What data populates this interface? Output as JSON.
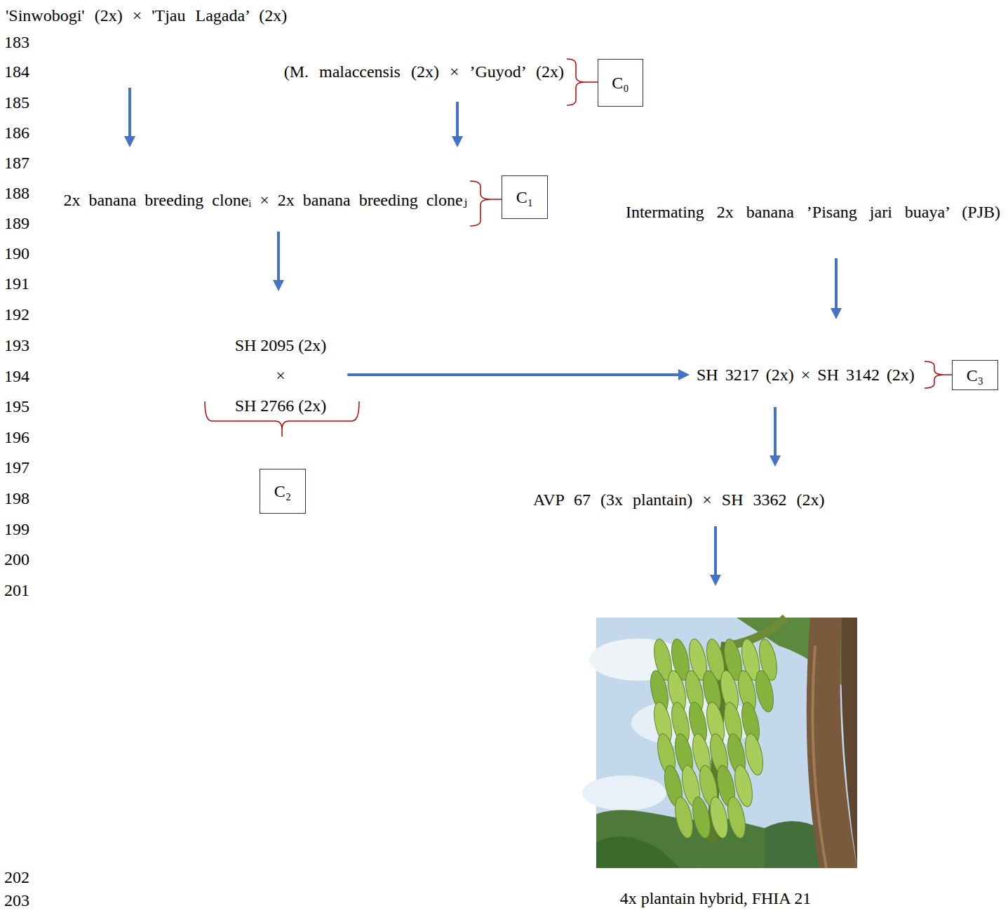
{
  "diagram": {
    "nodes": [
      {
        "text": [
          "'Sinwobogi' (2x) × 'Tjau Lagada’ (2x)"
        ]
      },
      {
        "text": [
          "(M. malaccensis (2x) × ’Guyod’ (2x)"
        ]
      },
      {
        "text": [
          "C₀"
        ]
      },
      {
        "text": [
          "2x banana breeding cloneᵢ × 2x banana breeding cloneⱼ"
        ]
      },
      {
        "text": [
          "C₁"
        ]
      },
      {
        "text": [
          "Intermating 2x banana ’Pisang jari buaya’ (PJB)"
        ]
      },
      {
        "text": [
          "SH 2095 (2x)",
          "×",
          "SH 2766 (2x)"
        ]
      },
      {
        "text": [
          "SH 3217 (2x) × SH 3142 (2x)"
        ]
      },
      {
        "text": [
          "C₃"
        ]
      },
      {
        "text": [
          "C₂"
        ]
      },
      {
        "text": [
          "AVP 67 (3x plantain) × SH 3362 (2x)"
        ]
      },
      {
        "text": [
          "4x plantain hybrid, FHIA 21"
        ]
      }
    ],
    "edges": [
      {
        "from": 0,
        "to": 3,
        "arrow": "to"
      },
      {
        "from": 1,
        "to": 3,
        "arrow": "to"
      },
      {
        "from": 3,
        "to": 6,
        "arrow": "to"
      },
      {
        "from": 6,
        "to": 7,
        "arrow": "to"
      },
      {
        "from": 5,
        "to": 7,
        "arrow": "to"
      },
      {
        "from": 7,
        "to": 10,
        "arrow": "to"
      },
      {
        "from": 10,
        "to": 11,
        "arrow": "to"
      }
    ],
    "labels": [
      "183",
      "184",
      "185",
      "186",
      "187",
      "188",
      "189",
      "190",
      "191",
      "192",
      "193",
      "194",
      "195",
      "196",
      "197",
      "198",
      "199",
      "200",
      "201",
      "202",
      "203"
    ]
  }
}
